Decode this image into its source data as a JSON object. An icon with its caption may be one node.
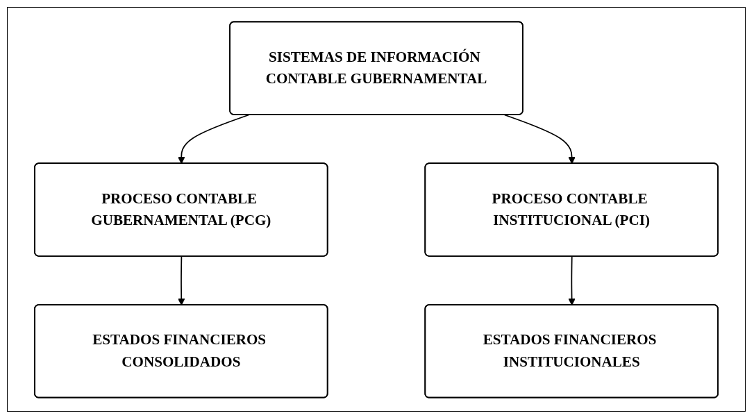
{
  "diagram": {
    "nodes": [
      {
        "text": [
          "SISTEMAS DE INFORMACIÓN CONTABLE GUBERNAMENTAL"
        ]
      },
      {
        "text": [
          "PROCESO CONTABLE GUBERNAMENTAL (PCG)"
        ]
      },
      {
        "text": [
          "PROCESO CONTABLE INSTITUCIONAL (PCI)"
        ]
      },
      {
        "text": [
          "ESTADOS FINANCIEROS CONSOLIDADOS"
        ]
      },
      {
        "text": [
          "ESTADOS FINANCIEROS INSTITUCIONALES"
        ]
      }
    ],
    "edges": [
      {
        "from": 0,
        "to": 1,
        "arrow": "to"
      },
      {
        "from": 0,
        "to": 2,
        "arrow": "to"
      },
      {
        "from": 1,
        "to": 3,
        "arrow": "to"
      },
      {
        "from": 2,
        "to": 4,
        "arrow": "to"
      }
    ]
  }
}
